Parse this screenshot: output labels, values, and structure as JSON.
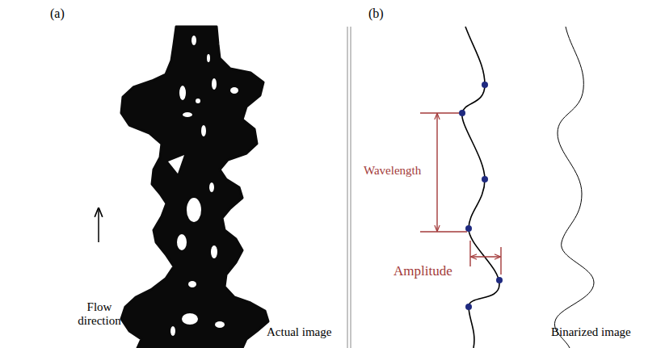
{
  "diagram": {
    "labels": [
      "(a)",
      "(b)",
      "Flow direction",
      "Actual image",
      "Wavelength",
      "Amplitude",
      "Binarized image"
    ]
  }
}
